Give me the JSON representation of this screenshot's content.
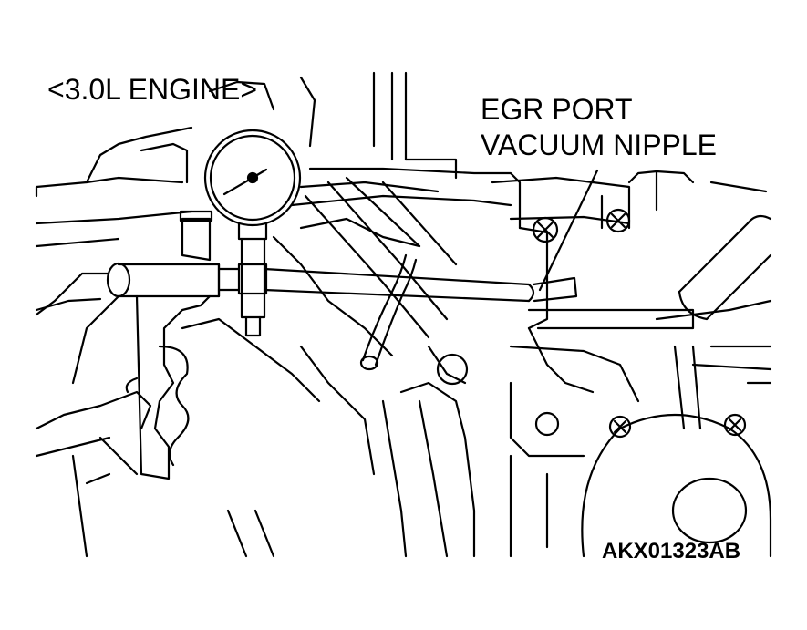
{
  "labels": {
    "engine": "<3.0L ENGINE>",
    "egr_line1": "EGR PORT",
    "egr_line2": "VACUUM NIPPLE",
    "figure_id": "AKX01323AB"
  },
  "colors": {
    "ink": "#000000",
    "paper": "#ffffff"
  }
}
